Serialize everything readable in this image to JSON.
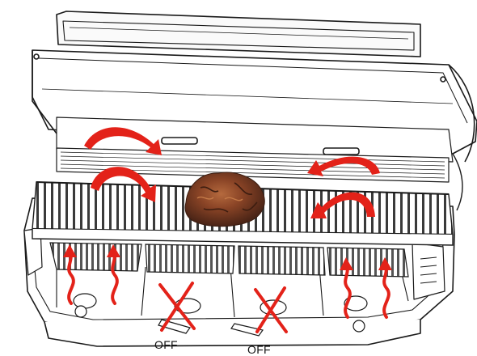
{
  "labels": {
    "burner_off_left": "OFF",
    "burner_off_right": "OFF"
  },
  "colors": {
    "line": "#1a1a1a",
    "heat_arrow": "#e32219",
    "off_cross": "#e32219",
    "meat_dark": "#5a2e1c",
    "meat_light": "#a35a34"
  },
  "icons": {
    "heat_rising": "wavy-up-arrow-icon",
    "heat_circulating": "curved-arrow-icon",
    "burner_off": "x-mark-icon",
    "roast": "meat-roast-icon"
  },
  "burners": [
    {
      "position": "left-outer",
      "state": "on"
    },
    {
      "position": "left-center",
      "state": "off"
    },
    {
      "position": "right-center",
      "state": "off"
    },
    {
      "position": "right-outer",
      "state": "on"
    }
  ]
}
